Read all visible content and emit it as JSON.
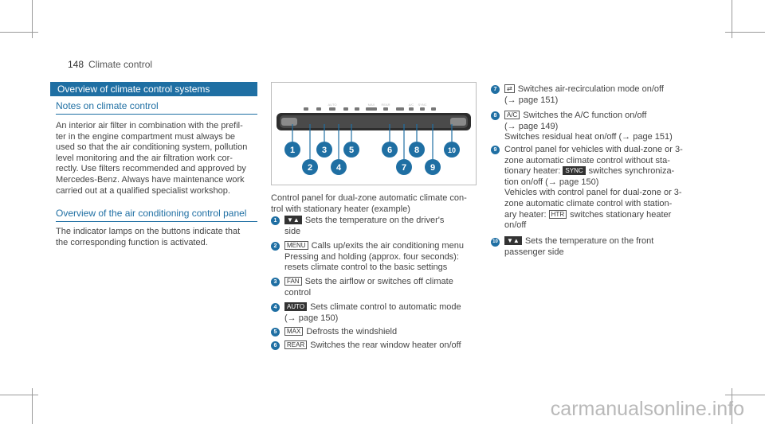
{
  "header": {
    "page_number": "148",
    "section": "Climate control"
  },
  "left": {
    "section_title": "Overview of climate control systems",
    "notes_heading": "Notes on climate control",
    "notes_lines": [
      "An interior air filter in combination with the prefil-",
      "ter in the engine compartment must always be",
      "used so that the air conditioning system, pollution",
      "level monitoring and the air filtration work cor-",
      "rectly. Use filters recommended and approved by",
      "Mercedes-Benz. Always have maintenance work",
      "carried out at a qualified specialist workshop."
    ],
    "overview_heading": "Overview of the air conditioning control panel",
    "overview_lines": [
      "The indicator lamps on the buttons indicate that",
      "the corresponding function is activated."
    ]
  },
  "figure": {
    "callouts_top": [
      "1",
      "3",
      "5",
      "6",
      "8",
      "10"
    ],
    "callouts_bottom": [
      "2",
      "4",
      "7",
      "9"
    ],
    "panel_labels": [
      "AUTO",
      "A/C",
      "SYNC",
      "REAR",
      "MAX"
    ]
  },
  "middle": {
    "caption_lines": [
      "Control panel for dual-zone automatic climate con-",
      "trol with stationary heater (example)"
    ],
    "items": [
      {
        "n": "1",
        "sym": "▼▲",
        "lines": [
          "Sets the temperature on the driver's",
          "side"
        ]
      },
      {
        "n": "2",
        "sym": "MENU",
        "lines": [
          "Calls up/exits the air conditioning menu",
          "Pressing and holding (approx. four seconds):",
          "resets climate control to the basic settings"
        ]
      },
      {
        "n": "3",
        "sym": "FAN",
        "lines": [
          "Sets the airflow or switches off climate",
          "control"
        ]
      },
      {
        "n": "4",
        "sym": "AUTO",
        "lines": [
          "Sets climate control to automatic mode",
          "(→ page 150)"
        ]
      },
      {
        "n": "5",
        "sym": "MAX",
        "lines": [
          "Defrosts the windshield"
        ]
      },
      {
        "n": "6",
        "sym": "REAR",
        "lines": [
          "Switches the rear window heater on/off"
        ]
      }
    ]
  },
  "right": {
    "items": [
      {
        "n": "7",
        "sym": "⇄",
        "lines": [
          "Switches air-recirculation mode on/off",
          "(→ page 151)"
        ]
      },
      {
        "n": "8",
        "sym": "A/C",
        "lines": [
          "Switches the A/C function on/off",
          "(→ page 149)",
          "Switches residual heat on/off (→ page 151)"
        ]
      },
      {
        "n": "9",
        "sym": "",
        "lines": [
          "Control panel for vehicles with dual-zone or 3-",
          "zone automatic climate control without sta-",
          "tionary heater:",
          "switches synchroniza-",
          "tion on/off (→ page 150)",
          "Vehicles with control panel for dual-zone or 3-",
          "zone automatic climate control with station-",
          "ary heater:",
          "switches stationary heater",
          "on/off"
        ]
      },
      {
        "n": "10",
        "sym": "▼▲",
        "lines": [
          "Sets the temperature on the front",
          "passenger side"
        ]
      }
    ],
    "sym_sync": "SYNC",
    "sym_heater": "HTR"
  },
  "watermark": "carmanualsonline.info",
  "colors": {
    "accent": "#1f6fa3",
    "callout": "#1f6fa3"
  }
}
